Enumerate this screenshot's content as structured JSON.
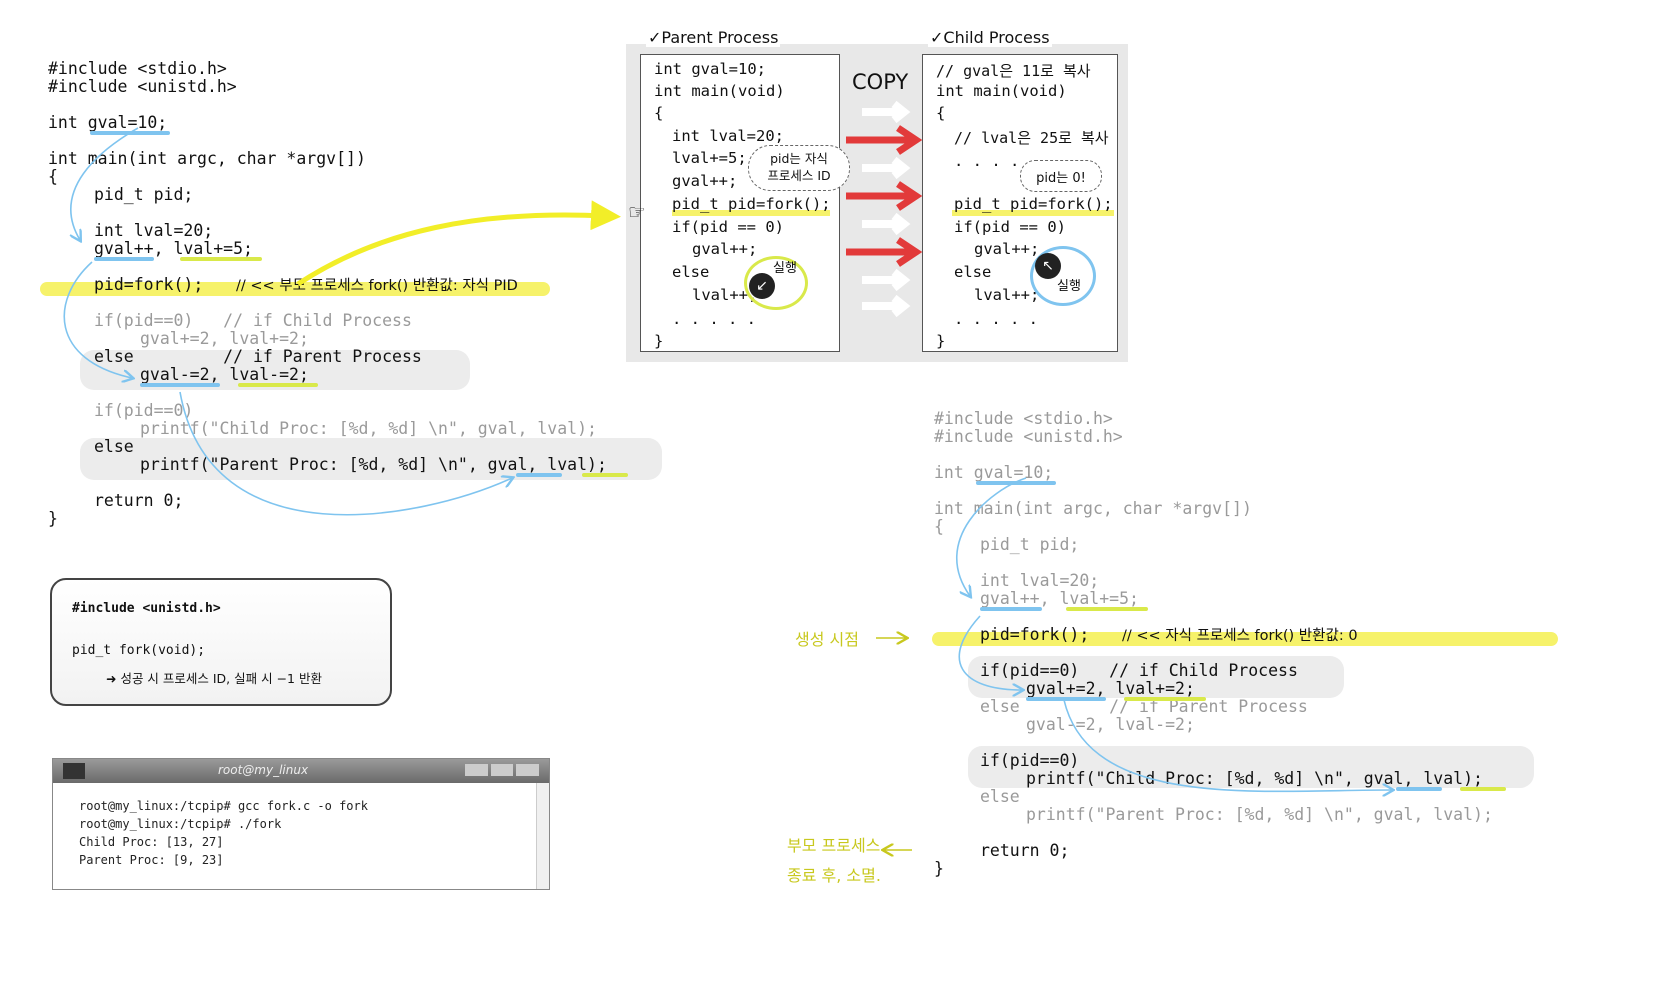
{
  "left_code": {
    "l1": "#include <stdio.h>",
    "l2": "#include <unistd.h>",
    "l3": "int gval=10;",
    "l4": "int main(int argc, char *argv[])",
    "l5": "{",
    "l6": "pid_t pid;",
    "l7": "int lval=20;",
    "l8": "gval++, lval+=5;",
    "l9_code": "pid=fork();",
    "l9_comment": "// << 부모 프로세스 fork() 반환값: 자식 PID",
    "l10": "if(pid==0)   // if Child Process",
    "l11": "gval+=2, lval+=2;",
    "l12": "else         // if Parent Process",
    "l13": "gval-=2, lval-=2;",
    "l14": "if(pid==0)",
    "l15": "printf(\"Child Proc: [%d, %d] \\n\", gval, lval);",
    "l16": "else",
    "l17": "printf(\"Parent Proc: [%d, %d] \\n\", gval, lval);",
    "l18": "return 0;",
    "l19": "}"
  },
  "fork_box": {
    "l1": "#include <unistd.h>",
    "l2": "pid_t fork(void);",
    "l3": "➜ 성공 시 프로세스 ID, 실패 시 −1 반환"
  },
  "terminal": {
    "title": "root@my_linux",
    "lines": [
      "root@my_linux:/tcpip# gcc fork.c -o fork",
      "root@my_linux:/tcpip# ./fork",
      "Child Proc: [13, 27]",
      "Parent Proc: [9, 23]"
    ]
  },
  "diagram": {
    "parent_title": "✓Parent Process",
    "child_title": "✓Child Process",
    "copy_label": "COPY",
    "parent_lines": [
      "int gval=10;",
      "int main(void)",
      "{",
      "int lval=20;",
      "lval+=5;",
      "gval++;",
      "pid_t pid=fork();",
      "if(pid == 0)",
      "gval++;",
      "else",
      "lval++;",
      ". . . . .",
      "}"
    ],
    "child_lines": [
      "// gval은 11로 복사",
      "int main(void)",
      "{",
      "// lval은 25로 복사",
      ". . . .",
      "pid_t pid=fork();",
      "if(pid == 0)",
      "gval++;",
      "else",
      "lval++;",
      ". . . . .",
      "}"
    ],
    "bubble_parent": "pid는 자식\n프로세스 ID",
    "bubble_child": "pid는 0!",
    "run_label": "실행"
  },
  "right_code": {
    "l1": "#include <stdio.h>",
    "l2": "#include <unistd.h>",
    "l3": "int gval=10;",
    "l4": "int main(int argc, char *argv[])",
    "l5": "{",
    "l6": "pid_t pid;",
    "l7": "int lval=20;",
    "l8": "gval++, lval+=5;",
    "l9_code": "pid=fork();",
    "l9_comment": "// << 자식 프로세스 fork() 반환값: 0",
    "l10": "if(pid==0)   // if Child Process",
    "l11": "gval+=2, lval+=2;",
    "l12": "else         // if Parent Process",
    "l13": "gval-=2, lval-=2;",
    "l14": "if(pid==0)",
    "l15": "printf(\"Child Proc: [%d, %d] \\n\", gval, lval);",
    "l16": "else",
    "l17": "printf(\"Parent Proc: [%d, %d] \\n\", gval, lval);",
    "l18": "return 0;",
    "l19": "}"
  },
  "notes": {
    "creation_point": "생성 시점",
    "parent_end_1": "부모 프로세스",
    "parent_end_2": "종료 후, 소멸."
  },
  "colors": {
    "highlight_yellow": "#f6f26a",
    "underline_blue": "#7fc4ef",
    "underline_yellow": "#d9e94a",
    "arrow_red": "#e23a3a",
    "note_yellow": "#c8c81e"
  }
}
